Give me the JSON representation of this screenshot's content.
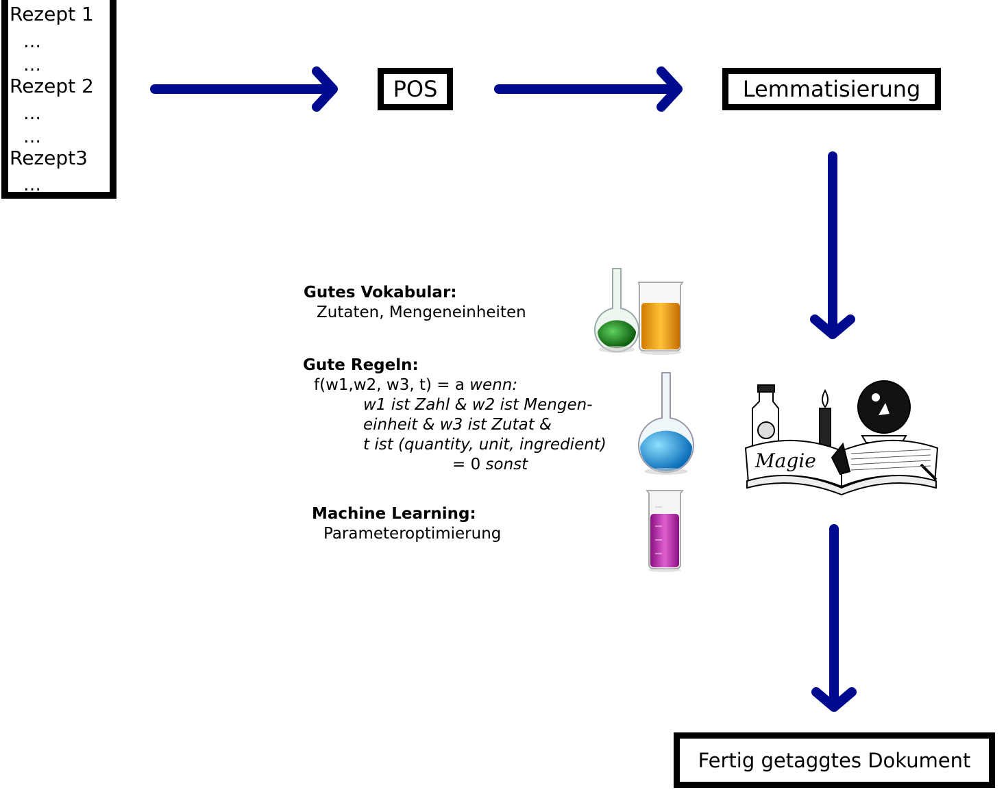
{
  "recipes": {
    "items": [
      {
        "label": "Rezept 1",
        "dots": [
          "…",
          "…"
        ]
      },
      {
        "label": "Rezept 2",
        "dots": [
          "…",
          "…"
        ]
      },
      {
        "label": "Rezept3",
        "dots": [
          "…"
        ]
      }
    ]
  },
  "pipeline": {
    "step1": "POS",
    "step2": "Lemmatisierung",
    "final": "Fertig getaggtes Dokument"
  },
  "vocab": {
    "heading": "Gutes Vokabular:",
    "text": "Zutaten, Mengeneinheiten"
  },
  "rules": {
    "heading": "Gute Regeln:",
    "formula": "f(w1,w2, w3, t)  = a",
    "wenn": "wenn:",
    "line1": "w1  ist Zahl & w2 ist Mengen-",
    "line2": "einheit & w3 ist Zutat &",
    "line3": "t ist (quantity, unit, ingredient)",
    "else_value": "= 0",
    "else_word": "sonst"
  },
  "ml": {
    "heading": "Machine Learning:",
    "text": "Parameteroptimierung"
  },
  "magic": {
    "label": "Magie"
  },
  "colors": {
    "arrow": "#000a8f",
    "green_liquid": "#1f8a1f",
    "orange_liquid": "#f0a010",
    "blue_liquid": "#1ea0e8",
    "magenta_liquid": "#c030b0"
  }
}
